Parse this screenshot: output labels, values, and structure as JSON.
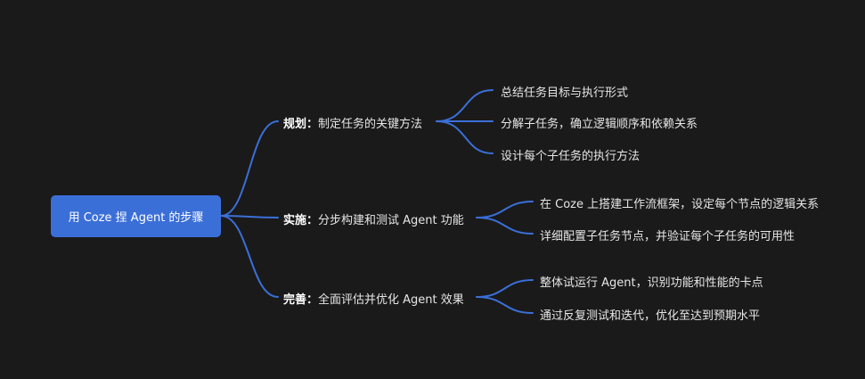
{
  "root": {
    "label": "用 Coze 捏 Agent 的步骤"
  },
  "branches": [
    {
      "title": "规划",
      "separator": "：",
      "text": "制定任务的关键方法",
      "children": [
        "总结任务目标与执行形式",
        "分解子任务，确立逻辑顺序和依赖关系",
        "设计每个子任务的执行方法"
      ]
    },
    {
      "title": "实施",
      "separator": "：",
      "text": "分步构建和测试 Agent 功能",
      "children": [
        "在 Coze 上搭建工作流框架，设定每个节点的逻辑关系",
        "详细配置子任务节点，并验证每个子任务的可用性"
      ]
    },
    {
      "title": "完善",
      "separator": "：",
      "text": "全面评估并优化 Agent 效果",
      "children": [
        "整体试运行 Agent，识别功能和性能的卡点",
        "通过反复测试和迭代，优化至达到预期水平"
      ]
    }
  ],
  "colors": {
    "background": "#1a1a1a",
    "root_fill": "#3b6fd8",
    "connector": "#3b6fd8",
    "text": "#e6e6e6"
  }
}
